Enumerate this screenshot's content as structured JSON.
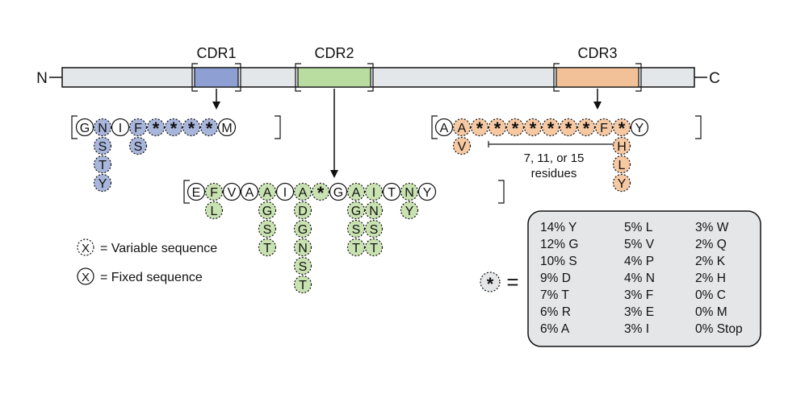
{
  "terminal_n": "N",
  "terminal_c": "C",
  "cdr1": {
    "label": "CDR1",
    "fixed_row": [
      "G",
      "N",
      "I",
      "F",
      "*",
      "*",
      "*",
      "*",
      "M"
    ],
    "col_N": [
      "S",
      "T",
      "Y"
    ],
    "col_F": [
      "S"
    ]
  },
  "cdr2": {
    "label": "CDR2",
    "row": [
      "E",
      "F",
      "V",
      "A",
      "A",
      "I",
      "A",
      "*",
      "G",
      "A",
      "I",
      "T",
      "N",
      "Y"
    ],
    "col_F": [
      "L"
    ],
    "col_A4": [
      "G",
      "S",
      "T"
    ],
    "col_A6": [
      "D",
      "G",
      "N",
      "S",
      "T"
    ],
    "col_A9": [
      "G",
      "S",
      "T"
    ],
    "col_I10": [
      "N",
      "S",
      "T"
    ],
    "col_N12": [
      "Y"
    ]
  },
  "cdr3": {
    "label": "CDR3",
    "row": [
      "A",
      "A",
      "*",
      "*",
      "*",
      "*",
      "*",
      "*",
      "*",
      "F",
      "*",
      "Y"
    ],
    "col_A1": [
      "V"
    ],
    "col_F9": [
      "H",
      "L",
      "Y"
    ],
    "note_line1": "7, 11, or 15",
    "note_line2": "residues"
  },
  "legend": {
    "variable_symbol": "X",
    "variable_text": "= Variable sequence",
    "fixed_symbol": "X",
    "fixed_text": "= Fixed sequence"
  },
  "star_key": {
    "symbol": "*",
    "equals": "=",
    "col1": [
      "14% Y",
      "12% G",
      "10% S",
      "9% D",
      "7% T",
      "6% R",
      "6% A"
    ],
    "col2": [
      "5% L",
      "5% V",
      "4% P",
      "4% N",
      "3% F",
      "3% E",
      "3% I"
    ],
    "col3": [
      "3% W",
      "2% Q",
      "2% K",
      "2% H",
      "0% C",
      "0% M",
      "0% Stop"
    ]
  },
  "colors": {
    "cdr1": "#a9b6dc",
    "cdr2": "#c9e2b1",
    "cdr3": "#f6c9a3",
    "cdr1_box": "#8e9fd3",
    "cdr2_box": "#b9dca0",
    "cdr3_box": "#f3c197",
    "bar": "#e4e7ea",
    "key_box": "#e4e6e8"
  }
}
